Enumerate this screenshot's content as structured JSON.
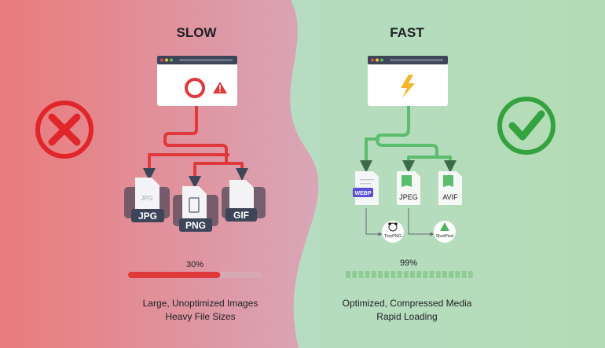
{
  "slow": {
    "title": "SLOW",
    "files": [
      "JPG",
      "PNG",
      "GIF"
    ],
    "file_icon_label": "JPG",
    "progress_label": "30%",
    "progress": 0.3,
    "caption_line1": "Large, Unoptimized Images",
    "caption_line2": "Heavy File Sizes",
    "accent": "#e0393b"
  },
  "fast": {
    "title": "FAST",
    "files": [
      "WEBP",
      "JPEG",
      "AVIF"
    ],
    "tools": [
      "TinyPNG",
      "ShortPixel"
    ],
    "progress_label": "99%",
    "progress": 0.99,
    "caption_line1": "Optimized, Compressed Media",
    "caption_line2": "Rapid Loading",
    "accent": "#4fb565"
  },
  "icons": {
    "slow_status": "x-circle-icon",
    "fast_status": "check-circle-icon",
    "slow_window": "loading-spinner-warning-icon",
    "fast_window": "lightning-bolt-icon"
  }
}
